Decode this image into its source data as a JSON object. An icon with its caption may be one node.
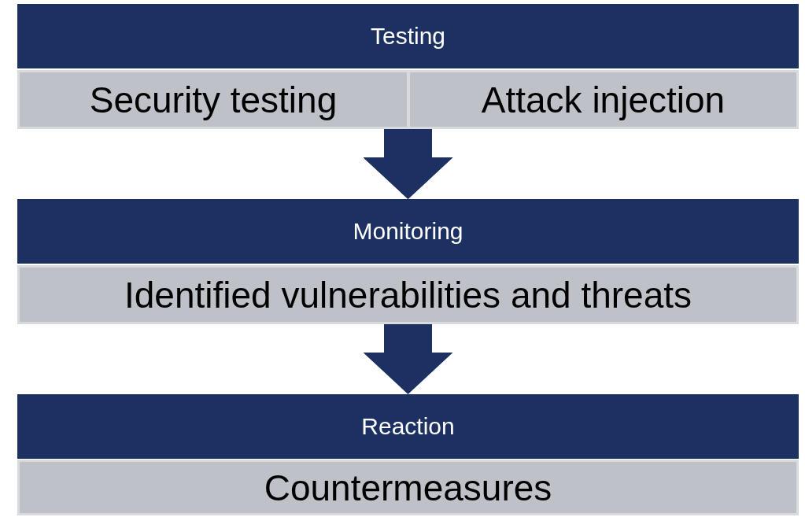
{
  "diagram": {
    "nodes": [
      {
        "text": [
          "Testing"
        ]
      },
      {
        "text": [
          "Security testing"
        ]
      },
      {
        "text": [
          "Attack injection"
        ]
      },
      {
        "text": [
          "Monitoring"
        ]
      },
      {
        "text": [
          "Identified vulnerabilities and threats"
        ]
      },
      {
        "text": [
          "Reaction"
        ]
      },
      {
        "text": [
          "Countermeasures"
        ]
      }
    ],
    "edges": [
      {
        "from": 1,
        "to": 3,
        "arrow": "to"
      },
      {
        "from": 2,
        "to": 3,
        "arrow": "to"
      },
      {
        "from": 4,
        "to": 5,
        "arrow": "to"
      }
    ]
  }
}
